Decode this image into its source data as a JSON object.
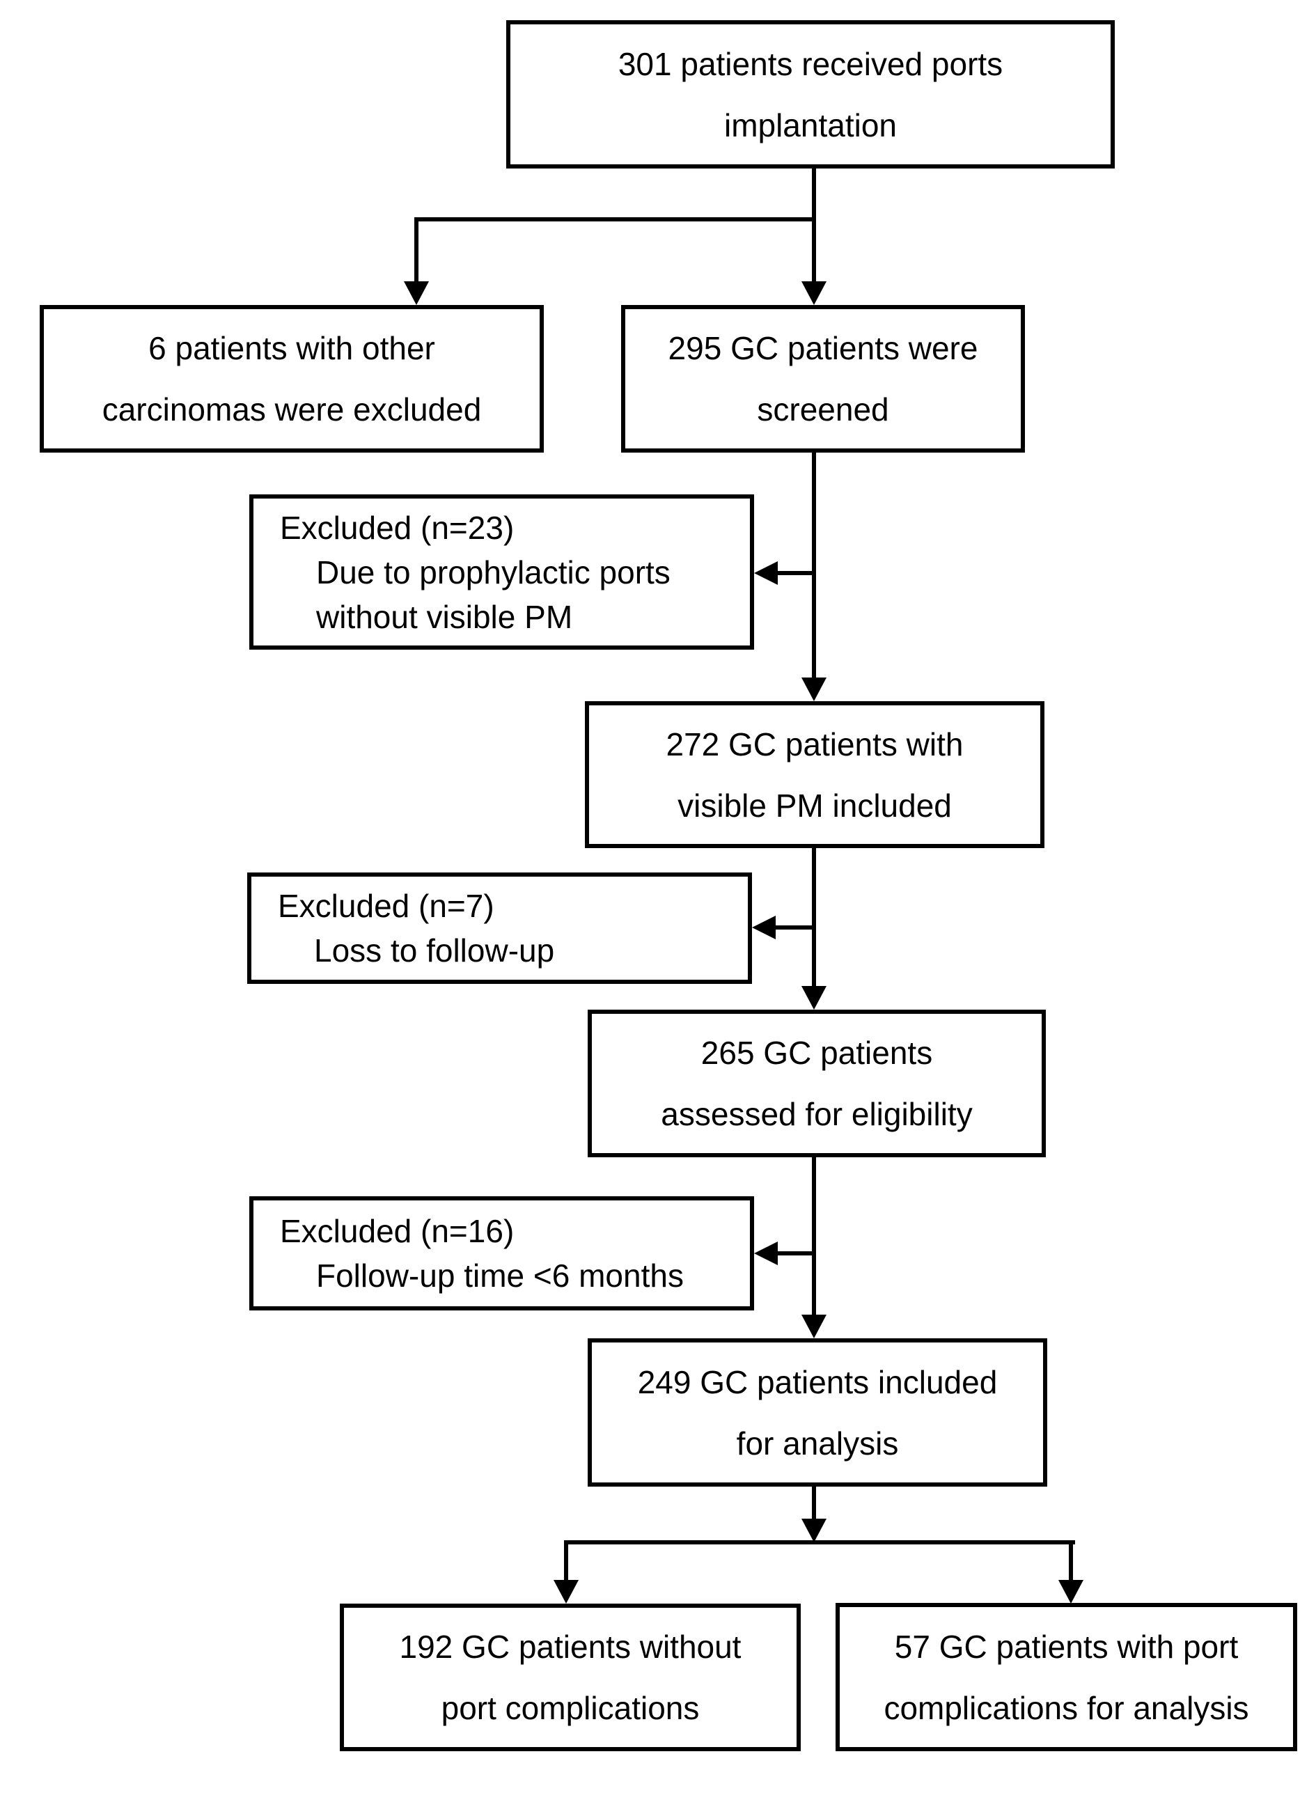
{
  "diagram": {
    "type": "flowchart",
    "background_color": "#ffffff",
    "line_color": "#000000",
    "nodes": [
      {
        "id": "received-ports",
        "count": 301,
        "lines": [
          "301 patients received ports",
          "implantation"
        ]
      },
      {
        "id": "other-carcinomas-excluded",
        "count": 6,
        "lines": [
          "6 patients with other",
          "carcinomas were excluded"
        ]
      },
      {
        "id": "gc-screened",
        "count": 295,
        "lines": [
          "295 GC patients were",
          "screened"
        ]
      },
      {
        "id": "excluded-prophylactic",
        "count": 23,
        "lines": [
          "Excluded (n=23)",
          "Due to prophylactic ports",
          "without visible PM"
        ]
      },
      {
        "id": "visible-pm-included",
        "count": 272,
        "lines": [
          "272 GC patients with",
          "visible PM included"
        ]
      },
      {
        "id": "excluded-loss-followup",
        "count": 7,
        "lines": [
          "Excluded (n=7)",
          "Loss to follow-up"
        ]
      },
      {
        "id": "assessed-eligibility",
        "count": 265,
        "lines": [
          "265 GC patients",
          "assessed for eligibility"
        ]
      },
      {
        "id": "excluded-followup-time",
        "count": 16,
        "lines": [
          "Excluded (n=16)",
          "Follow-up time <6 months"
        ]
      },
      {
        "id": "included-analysis",
        "count": 249,
        "lines": [
          "249 GC patients included",
          "for analysis"
        ]
      },
      {
        "id": "without-complications",
        "count": 192,
        "lines": [
          "192 GC patients without",
          "port complications"
        ]
      },
      {
        "id": "with-complications",
        "count": 57,
        "lines": [
          "57 GC patients with port",
          "complications for analysis"
        ]
      }
    ],
    "edges": [
      {
        "from": "received-ports",
        "to": "other-carcinomas-excluded"
      },
      {
        "from": "received-ports",
        "to": "gc-screened"
      },
      {
        "from": "gc-screened",
        "to": "excluded-prophylactic"
      },
      {
        "from": "gc-screened",
        "to": "visible-pm-included"
      },
      {
        "from": "visible-pm-included",
        "to": "excluded-loss-followup"
      },
      {
        "from": "visible-pm-included",
        "to": "assessed-eligibility"
      },
      {
        "from": "assessed-eligibility",
        "to": "excluded-followup-time"
      },
      {
        "from": "assessed-eligibility",
        "to": "included-analysis"
      },
      {
        "from": "included-analysis",
        "to": "without-complications"
      },
      {
        "from": "included-analysis",
        "to": "with-complications"
      }
    ]
  }
}
